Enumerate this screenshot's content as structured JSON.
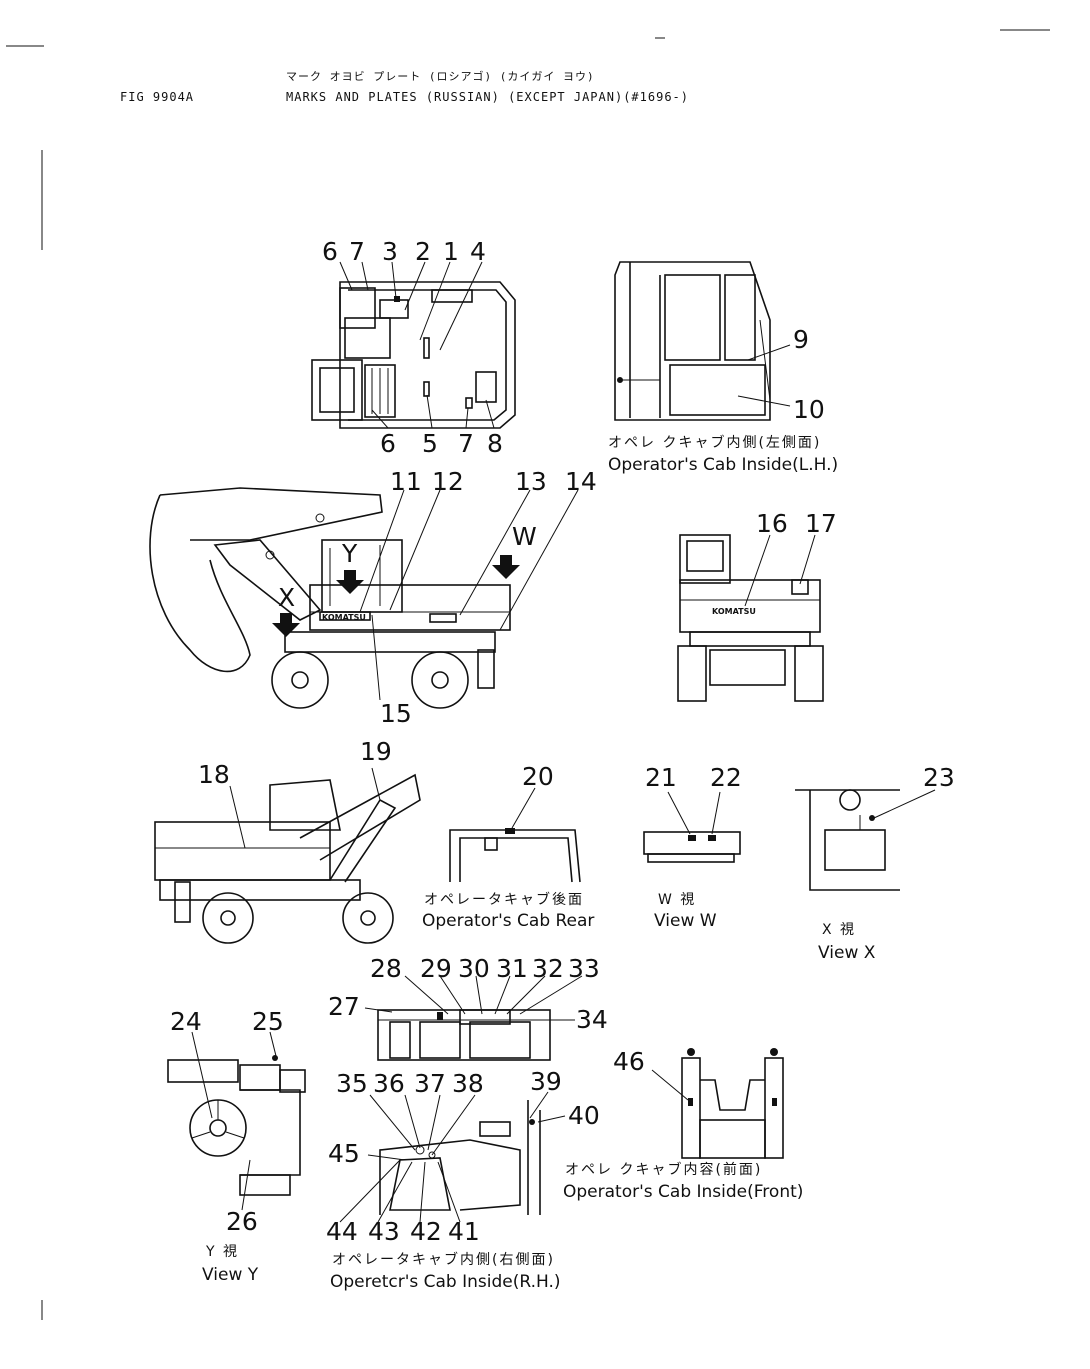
{
  "header": {
    "fig_number": "FIG 9904A",
    "title_jp": "マーク オヨビ プレート (ロシアゴ) (カイガイ ヨウ)",
    "title_en": "MARKS AND PLATES (RUSSIAN) (EXCEPT JAPAN)(#1696-)"
  },
  "callouts": {
    "c1": "1",
    "c2": "2",
    "c3": "3",
    "c4": "4",
    "c5": "5",
    "c6": "6",
    "c7": "7",
    "c8": "8",
    "c9": "9",
    "c10": "10",
    "c11": "11",
    "c12": "12",
    "c13": "13",
    "c14": "14",
    "c15": "15",
    "c16": "16",
    "c17": "17",
    "c18": "18",
    "c19": "19",
    "c20": "20",
    "c21": "21",
    "c22": "22",
    "c23": "23",
    "c24": "24",
    "c25": "25",
    "c26": "26",
    "c27": "27",
    "c28": "28",
    "c29": "29",
    "c30": "30",
    "c31": "31",
    "c32": "32",
    "c33": "33",
    "c34": "34",
    "c35": "35",
    "c36": "36",
    "c37": "37",
    "c38": "38",
    "c39": "39",
    "c40": "40",
    "c41": "41",
    "c42": "42",
    "c43": "43",
    "c44": "44",
    "c45": "45",
    "c46": "46"
  },
  "view_markers": {
    "w": "W",
    "x": "X",
    "y": "Y"
  },
  "captions": {
    "cab_inside_lh_jp": "オペレ クキャブ内側(左側面)",
    "cab_inside_lh_en": "Operator's Cab Inside(L.H.)",
    "cab_rear_jp": "オペレータキャブ後面",
    "cab_rear_en": "Operator's Cab Rear",
    "view_w_jp": "W 視",
    "view_w_en": "View W",
    "view_x_jp": "X 視",
    "view_x_en": "View X",
    "view_y_jp": "Y 視",
    "view_y_en": "View Y",
    "cab_inside_front_jp": "オペレ クキャブ内容(前面)",
    "cab_inside_front_en": "Operator's Cab Inside(Front)",
    "cab_inside_rh_jp": "オペレータキャブ内側(右側面)",
    "cab_inside_rh_en": "Operetcr's Cab Inside(R.H.)"
  },
  "brand_logo_text": "KOMATSU"
}
